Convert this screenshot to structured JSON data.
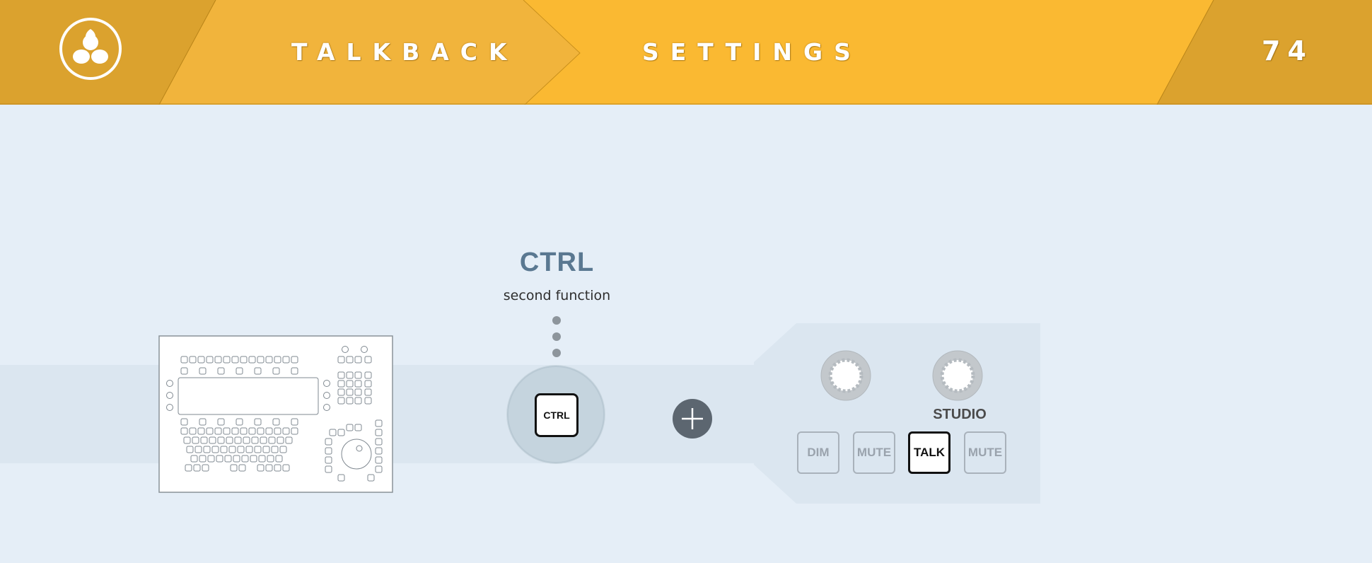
{
  "header": {
    "section": "TALKBACK",
    "subsection": "SETTINGS",
    "page_number": "74",
    "logo_icon": "resolve-logo-icon",
    "colors": {
      "dark": "#dba22e",
      "mid": "#f1b43c",
      "light": "#fab932"
    }
  },
  "ctrl": {
    "title": "CTRL",
    "subtitle": "second function",
    "key_label": "CTRL"
  },
  "plus_icon": "plus-icon",
  "console_icon": "editor-keyboard-icon",
  "panel": {
    "studio_label": "STUDIO",
    "buttons": [
      {
        "label": "DIM",
        "active": false
      },
      {
        "label": "MUTE",
        "active": false
      },
      {
        "label": "TALK",
        "active": true
      },
      {
        "label": "MUTE",
        "active": false
      }
    ]
  }
}
